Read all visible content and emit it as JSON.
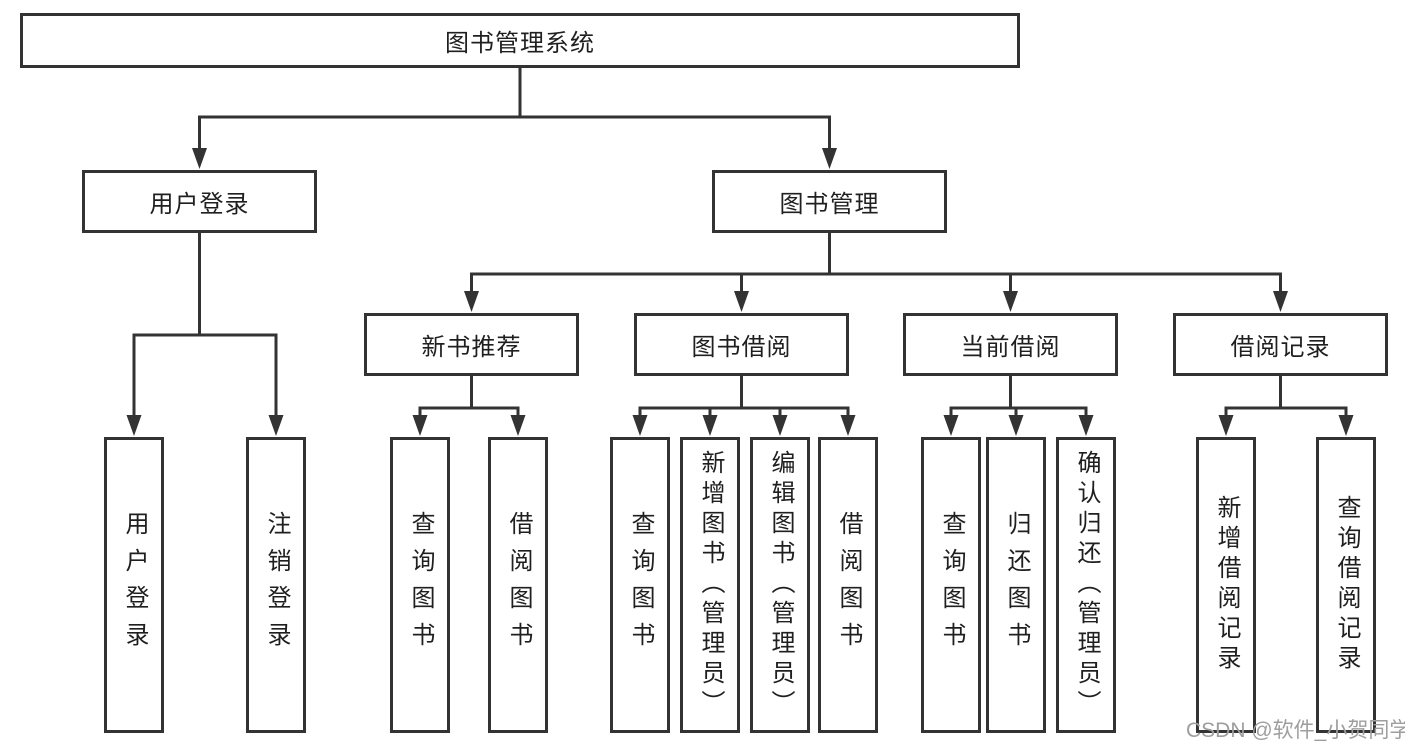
{
  "diagram": {
    "root": {
      "label": "图书管理系统"
    },
    "level2": [
      {
        "label": "用户登录"
      },
      {
        "label": "图书管理"
      }
    ],
    "level3": [
      {
        "label": "新书推荐"
      },
      {
        "label": "图书借阅"
      },
      {
        "label": "当前借阅"
      },
      {
        "label": "借阅记录"
      }
    ],
    "leaves": [
      {
        "label": "用户登录"
      },
      {
        "label": "注销登录"
      },
      {
        "label": "查询图书"
      },
      {
        "label": "借阅图书"
      },
      {
        "label": "查询图书"
      },
      {
        "label": "新增图书（管理员）"
      },
      {
        "label": "编辑图书（管理员）"
      },
      {
        "label": "借阅图书"
      },
      {
        "label": "查询图书"
      },
      {
        "label": "归还图书"
      },
      {
        "label": "确认归还（管理员）"
      },
      {
        "label": "新增借阅记录"
      },
      {
        "label": "查询借阅记录"
      }
    ]
  },
  "watermark": "CSDN @软件_小贺同学",
  "colors": {
    "line": "#333333",
    "text": "#1f1f1f",
    "watermark": "#9e9e9e",
    "background": "#ffffff"
  }
}
